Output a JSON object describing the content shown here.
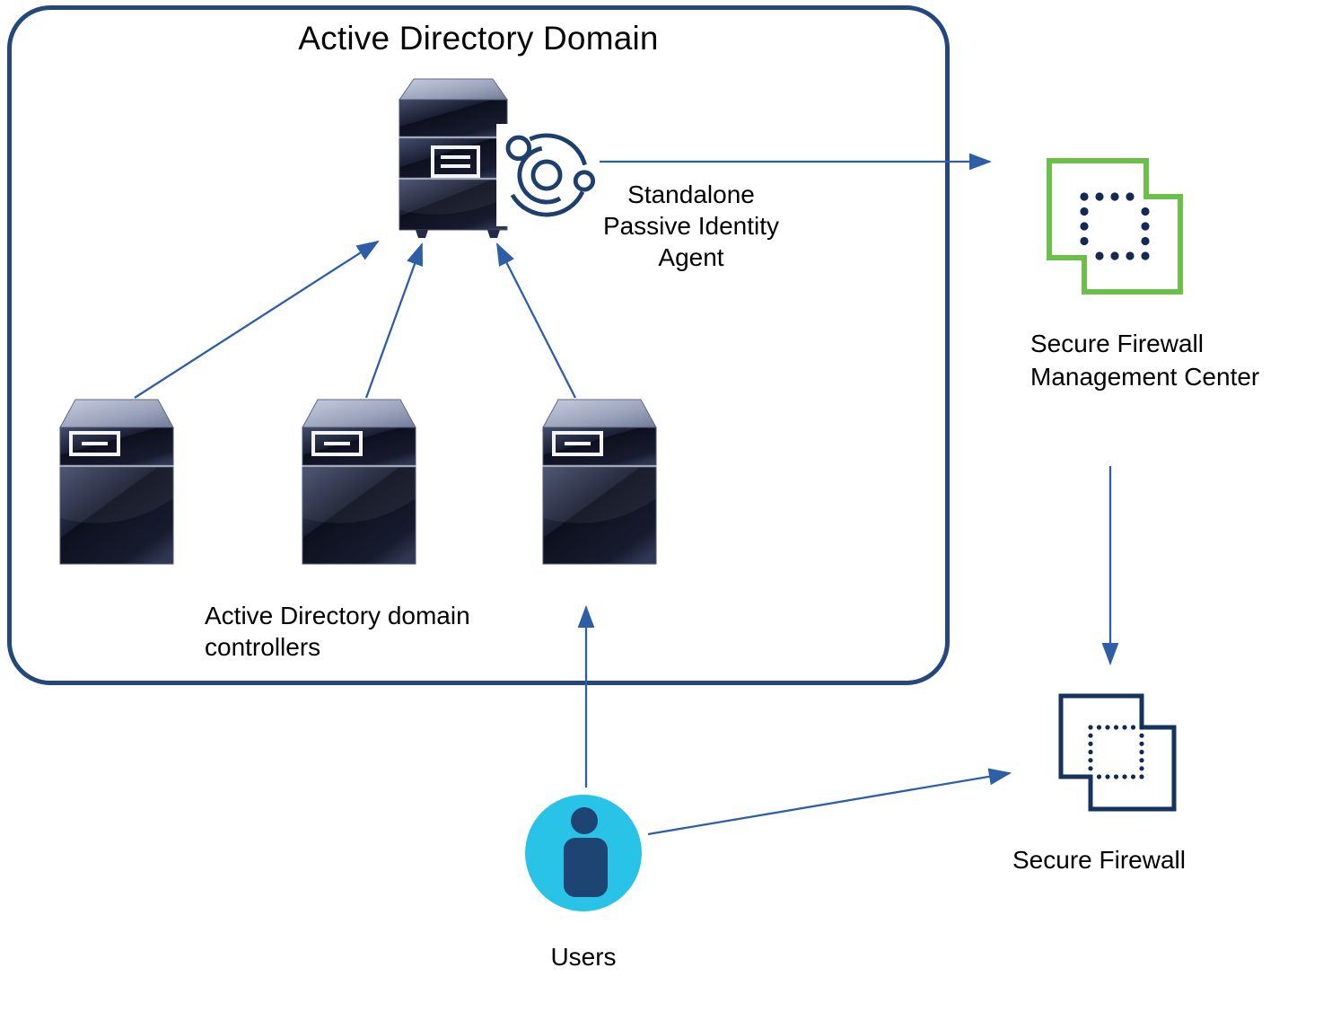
{
  "domain": {
    "title": "Active Directory Domain"
  },
  "nodes": {
    "passive_identity_agent": {
      "label": "Standalone Passive Identity Agent",
      "line1": "Standalone",
      "line2": "Passive Identity",
      "line3": "Agent",
      "icon": "server-with-orbit-agent-icon"
    },
    "domain_controllers": {
      "label": "Active Directory domain controllers",
      "line1": "Active Directory domain",
      "line2": "controllers",
      "count": 3,
      "icon": "server-tower-icon"
    },
    "management_center": {
      "label": "Secure Firewall Management Center",
      "line1": "Secure Firewall",
      "line2": "Management Center",
      "icon": "overlapping-squares-dotted-icon-green"
    },
    "secure_firewall": {
      "label": "Secure Firewall",
      "icon": "overlapping-squares-dotted-icon-navy"
    },
    "users": {
      "label": "Users",
      "icon": "person-in-circle-icon"
    }
  },
  "connections": [
    {
      "from": "domain-controller-1",
      "to": "passive-identity-agent"
    },
    {
      "from": "domain-controller-2",
      "to": "passive-identity-agent"
    },
    {
      "from": "domain-controller-3",
      "to": "passive-identity-agent"
    },
    {
      "from": "passive-identity-agent",
      "to": "management-center"
    },
    {
      "from": "management-center",
      "to": "secure-firewall"
    },
    {
      "from": "users",
      "to": "domain-controller-3"
    },
    {
      "from": "users",
      "to": "secure-firewall"
    }
  ],
  "colors": {
    "domain_border": "#24477d",
    "arrow": "#2e5fa6",
    "management_center_green": "#6cc04a",
    "firewall_navy": "#16325e",
    "icon_dot_navy": "#152a52",
    "orbit_navy": "#1c3f6e",
    "users_cyan": "#29c3e8",
    "users_person_navy": "#1d4473",
    "label_text": "#000000"
  }
}
